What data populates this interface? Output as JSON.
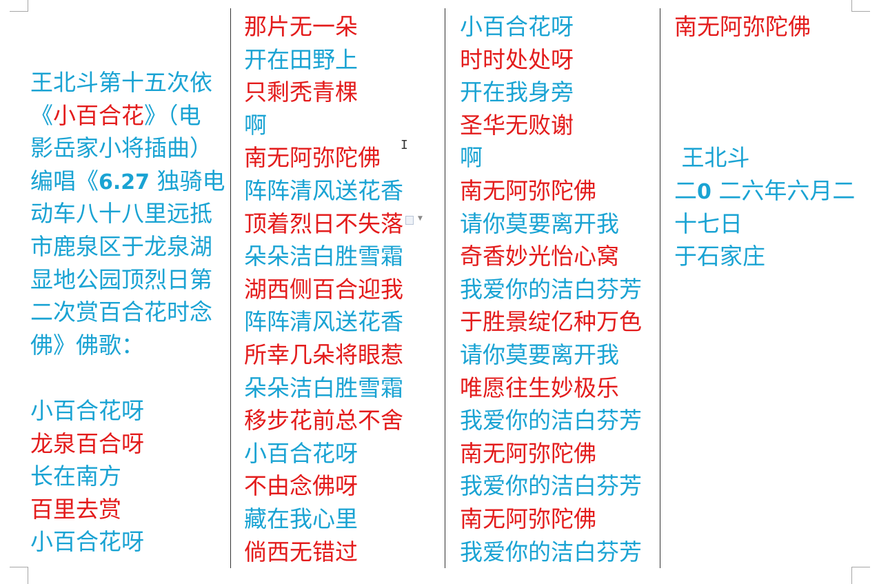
{
  "colors": {
    "blue": "#1aa3d3",
    "red": "#e31c1c"
  },
  "column1": {
    "title_l1": "王北斗第十五次依",
    "title_l2_pre": "《",
    "title_l2_red": "小百合花",
    "title_l2_post": "》（电",
    "title_l3": "影岳家小将插曲）",
    "title_l4_pre": "编唱《",
    "title_l4_bold": "6.27",
    "title_l4_post": " 独骑电",
    "title_l5": "动车八十八里远抵",
    "title_l6": "市鹿泉区于龙泉湖",
    "title_l7": "显地公园顶烈日第",
    "title_l8": "二次赏百合花时念",
    "title_l9": "佛》佛歌：",
    "lines": [
      {
        "text": "小百合花呀",
        "color": "blue"
      },
      {
        "text": "龙泉百合呀",
        "color": "red"
      },
      {
        "text": "长在南方",
        "color": "blue"
      },
      {
        "text": "百里去赏",
        "color": "red"
      },
      {
        "text": "小百合花呀",
        "color": "blue"
      }
    ]
  },
  "column2": {
    "lines": [
      {
        "text": "那片无一朵",
        "color": "red"
      },
      {
        "text": "开在田野上",
        "color": "blue"
      },
      {
        "text": "只剩秃青棵",
        "color": "red"
      },
      {
        "text": "啊",
        "color": "blue"
      },
      {
        "text": "南无阿弥陀佛",
        "color": "red"
      },
      {
        "text": "阵阵清风送花香",
        "color": "blue"
      },
      {
        "text": "顶着烈日不失落",
        "color": "red"
      },
      {
        "text": "朵朵洁白胜雪霜",
        "color": "blue"
      },
      {
        "text": "湖西侧百合迎我",
        "color": "red"
      },
      {
        "text": "阵阵清风送花香",
        "color": "blue"
      },
      {
        "text": "所幸几朵将眼惹",
        "color": "red"
      },
      {
        "text": "朵朵洁白胜雪霜",
        "color": "blue"
      },
      {
        "text": "移步花前总不舍",
        "color": "red"
      },
      {
        "text": "小百合花呀",
        "color": "blue"
      },
      {
        "text": "不由念佛呀",
        "color": "red"
      },
      {
        "text": "藏在我心里",
        "color": "blue"
      },
      {
        "text": "倘西无错过",
        "color": "red"
      }
    ]
  },
  "column3": {
    "lines": [
      {
        "text": "小百合花呀",
        "color": "blue"
      },
      {
        "text": "时时处处呀",
        "color": "red"
      },
      {
        "text": "开在我身旁",
        "color": "blue"
      },
      {
        "text": "圣华无败谢",
        "color": "red"
      },
      {
        "text": "啊",
        "color": "blue"
      },
      {
        "text": "南无阿弥陀佛",
        "color": "red"
      },
      {
        "text": "请你莫要离开我",
        "color": "blue"
      },
      {
        "text": "奇香妙光怡心窝",
        "color": "red"
      },
      {
        "text": "我爱你的洁白芬芳",
        "color": "blue"
      },
      {
        "text": "于胜景绽亿种万色",
        "color": "red"
      },
      {
        "text": "请你莫要离开我",
        "color": "blue"
      },
      {
        "text": "唯愿往生妙极乐",
        "color": "red"
      },
      {
        "text": "我爱你的洁白芬芳",
        "color": "blue"
      },
      {
        "text": "南无阿弥陀佛",
        "color": "red"
      },
      {
        "text": "我爱你的洁白芬芳",
        "color": "blue"
      },
      {
        "text": "南无阿弥陀佛",
        "color": "red"
      },
      {
        "text": "我爱你的洁白芬芳",
        "color": "blue"
      }
    ]
  },
  "column4": {
    "top_line": "南无阿弥陀佛",
    "author": " 王北斗",
    "date_pre": "二",
    "date_bold": "0",
    "date_post": " 二六年六月二",
    "date_l2": "十七日",
    "place": "于石家庄"
  },
  "icons": {
    "cursor": "text-cursor-icon",
    "paste_options": "paste-options-icon"
  }
}
